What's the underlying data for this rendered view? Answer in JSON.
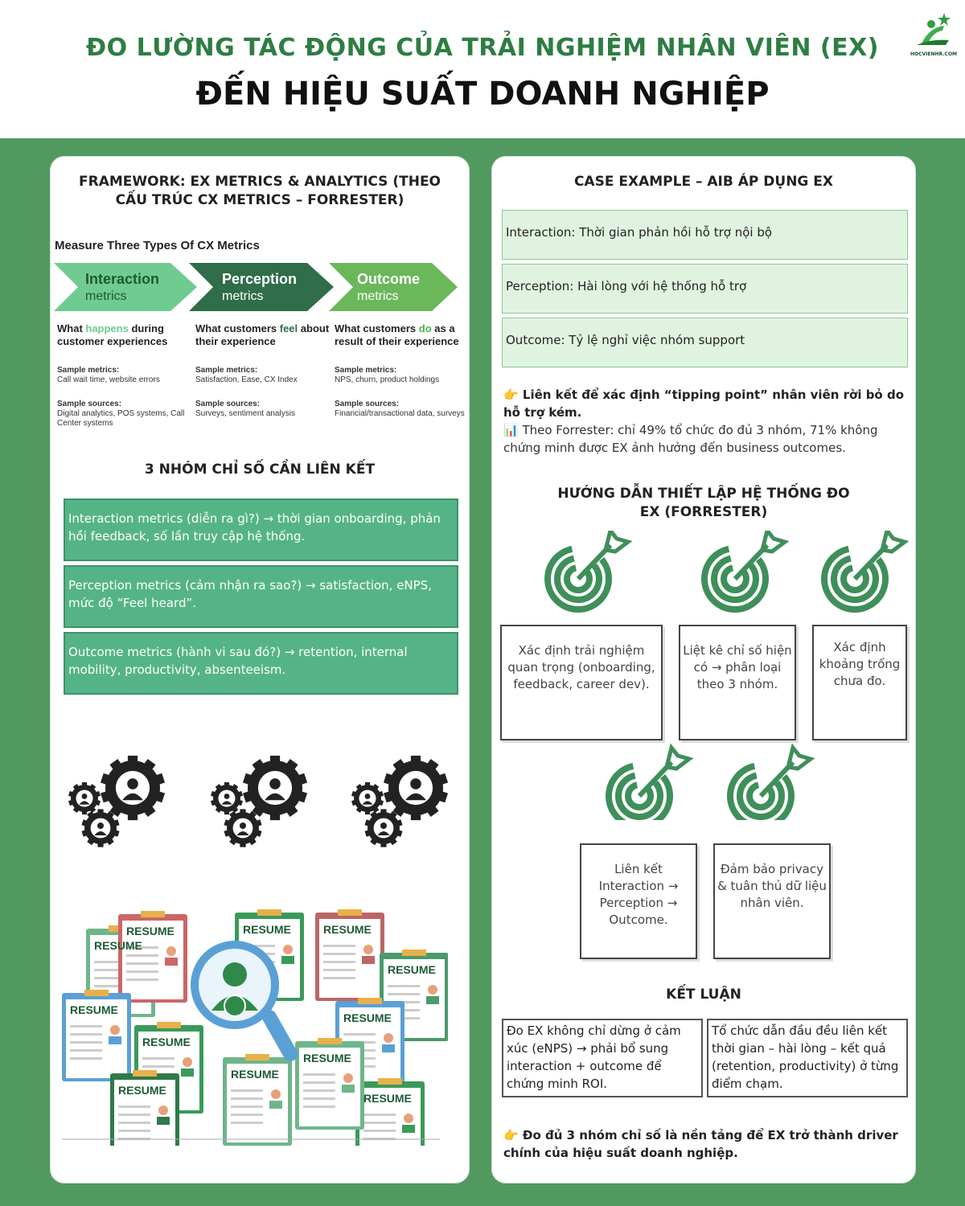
{
  "header": {
    "title_line1": "ĐO LƯỜNG TÁC ĐỘNG CỦA TRẢI NGHIỆM NHÂN VIÊN (EX)",
    "title_line2": "ĐẾN HIỆU SUẤT DOANH NGHIỆP",
    "logo_text": "HOCVIENHR.COM"
  },
  "left": {
    "title": "FRAMEWORK: EX METRICS & ANALYTICS (THEO CẤU TRÚC CX METRICS – FORRESTER)",
    "cx": {
      "heading": "Measure Three Types Of CX Metrics",
      "columns": [
        {
          "name": "Interaction",
          "sub": "metrics",
          "q_pre": "What ",
          "q_hl": "happens",
          "q_post": " during customer experiences",
          "metrics_label": "Sample metrics:",
          "metrics": "Call wait time, website errors",
          "sources_label": "Sample sources:",
          "sources": "Digital analytics, POS systems, Call Center systems",
          "color": "#6fcb8f"
        },
        {
          "name": "Perception",
          "sub": "metrics",
          "q_pre": "What customers ",
          "q_hl": "feel",
          "q_post": " about their experience",
          "metrics_label": "Sample metrics:",
          "metrics": "Satisfaction, Ease, CX Index",
          "sources_label": "Sample sources:",
          "sources": "Surveys, sentiment analysis",
          "color": "#2f6e48"
        },
        {
          "name": "Outcome",
          "sub": "metrics",
          "q_pre": "What customers ",
          "q_hl": "do",
          "q_post": " as a result of their experience",
          "metrics_label": "Sample metrics:",
          "metrics": "NPS, churn, product holdings",
          "sources_label": "Sample sources:",
          "sources": "Financial/transactional data, surveys",
          "color": "#6ab85a"
        }
      ]
    },
    "groups_title": "3 NHÓM CHỈ SỐ CẦN LIÊN KẾT",
    "groups": [
      "Interaction metrics (diễn ra gì?) → thời gian onboarding, phản hồi feedback, số lần truy cập hệ thống.",
      "Perception metrics (cảm nhận ra sao?) → satisfaction, eNPS, mức độ “Feel heard”.",
      "Outcome metrics (hành vi sau đó?) → retention, internal mobility, productivity, absenteeism."
    ],
    "resume_label": "RESUME"
  },
  "right": {
    "case_title": "CASE EXAMPLE – AIB ÁP DỤNG EX",
    "case_items": [
      "Interaction: Thời gian phản hồi hỗ trợ nội bộ",
      "Perception: Hài lòng với hệ thống hỗ trợ",
      "Outcome: Tỷ lệ nghỉ việc nhóm support"
    ],
    "note1": "👉 Liên kết để xác định “tipping point” nhân viên rời bỏ do hỗ trợ kém.",
    "note2": "📊 Theo Forrester: chỉ 49% tổ chức đo đủ 3 nhóm, 71% không chứng minh được EX ảnh hưởng đến business outcomes.",
    "guide_title": "HƯỚNG DẪN THIẾT LẬP HỆ THỐNG ĐO EX (FORRESTER)",
    "steps": [
      "Xác định trải nghiệm quan trọng (onboarding, feedback, career dev).",
      "Liệt kê chỉ số hiện có → phân loại theo 3 nhóm.",
      "Xác định khoảng trống chưa đo.",
      "Liên kết Interaction → Perception → Outcome.",
      "Đảm bảo privacy & tuân thủ dữ liệu nhân viên."
    ],
    "conclusion_title": "KẾT LUẬN",
    "conclusions": [
      "Đo EX không chỉ dừng ở cảm xúc (eNPS) → phải bổ sung interaction + outcome để chứng minh ROI.",
      "Tổ chức dẫn đầu đều liên kết thời gian – hài lòng – kết quả (retention, productivity) ở từng điểm chạm."
    ],
    "final_note": "👉 Đo đủ 3 nhóm chỉ số là nền tảng để EX trở thành driver chính của hiệu suất doanh nghiệp."
  },
  "colors": {
    "bg": "#52995f",
    "title_green": "#2e7d43",
    "box_green": "#55b487",
    "box_light": "#e0f3e1"
  }
}
